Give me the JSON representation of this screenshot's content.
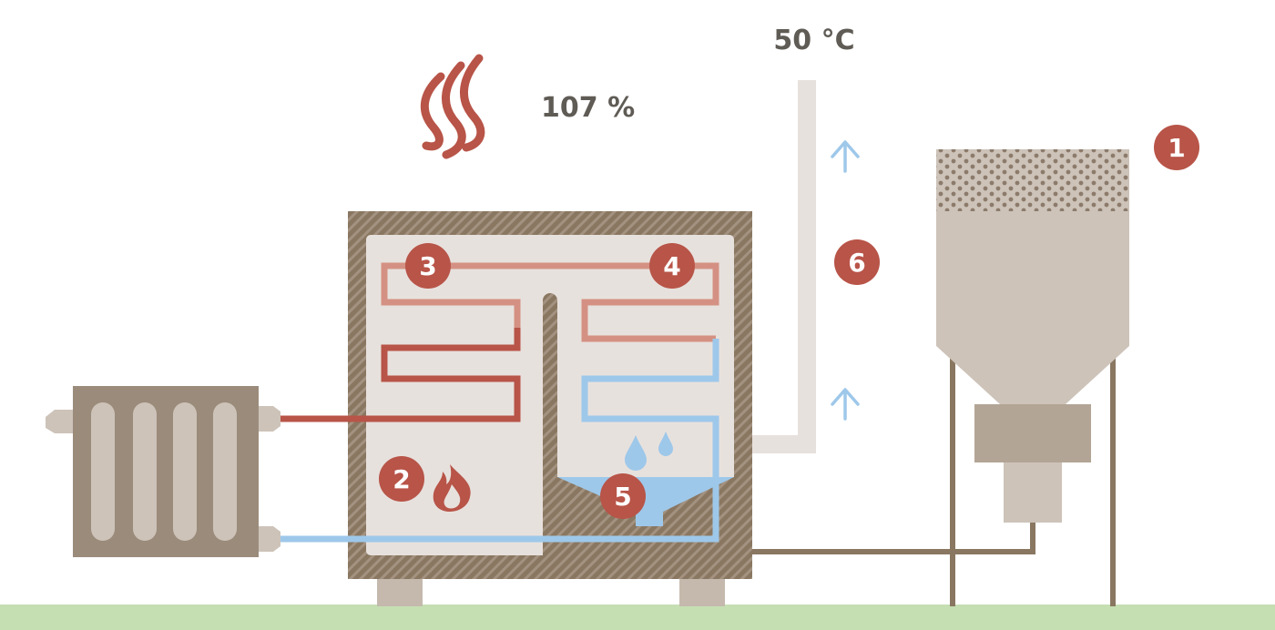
{
  "labels": {
    "flue_temperature": "50 °C",
    "efficiency": "107 %"
  },
  "markers": [
    "1",
    "2",
    "3",
    "4",
    "5",
    "6"
  ],
  "colors": {
    "background": "#ffffff",
    "ground": "#c5dfb3",
    "boiler_casing": "#8a7761",
    "boiler_interior": "#e7e1dd",
    "hot_pipe": "#b85448",
    "warm_pipe": "#d49183",
    "cold_pipe": "#9ec8ea",
    "marker_fill": "#b85448",
    "radiator": "#9b8b7b",
    "radiator_fin": "#cdc3b9",
    "chimney": "#e7e1dd",
    "silo": "#cdc3b9",
    "pellets": "#8c7b6b",
    "text": "#5f5b55"
  },
  "icons": [
    "heat-waves-icon",
    "flame-icon",
    "water-drops-icon",
    "up-arrow-icon"
  ]
}
